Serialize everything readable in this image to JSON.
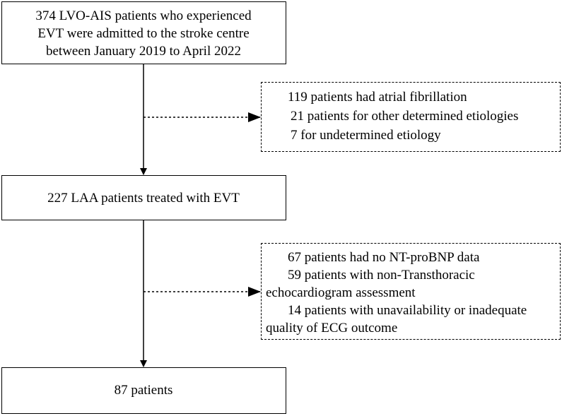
{
  "nodes": {
    "start": {
      "lines": [
        "374 LVO-AIS patients who experienced",
        "EVT were admitted to the stroke centre",
        "between January 2019 to April 2022"
      ]
    },
    "exclusion1": {
      "lines": [
        "119 patients  had atrial fibrillation",
        "21 patients for other determined etiologies",
        "7 for undetermined etiology"
      ]
    },
    "middle": {
      "text": "227 LAA patients treated with EVT"
    },
    "exclusion2": {
      "lines": [
        "67 patients  had no NT-proBNP data",
        "59 patients with non-Transthoracic",
        "echocardiogram assessment",
        "14 patients with unavailability or inadequate",
        "quality of ECG outcome"
      ]
    },
    "final": {
      "text": "87 patients"
    }
  },
  "edges": [
    {
      "from": "start",
      "to": "middle",
      "style": "solid"
    },
    {
      "from": "start",
      "to": "exclusion1",
      "style": "dotted"
    },
    {
      "from": "middle",
      "to": "final",
      "style": "solid"
    },
    {
      "from": "middle",
      "to": "exclusion2",
      "style": "dotted"
    }
  ]
}
